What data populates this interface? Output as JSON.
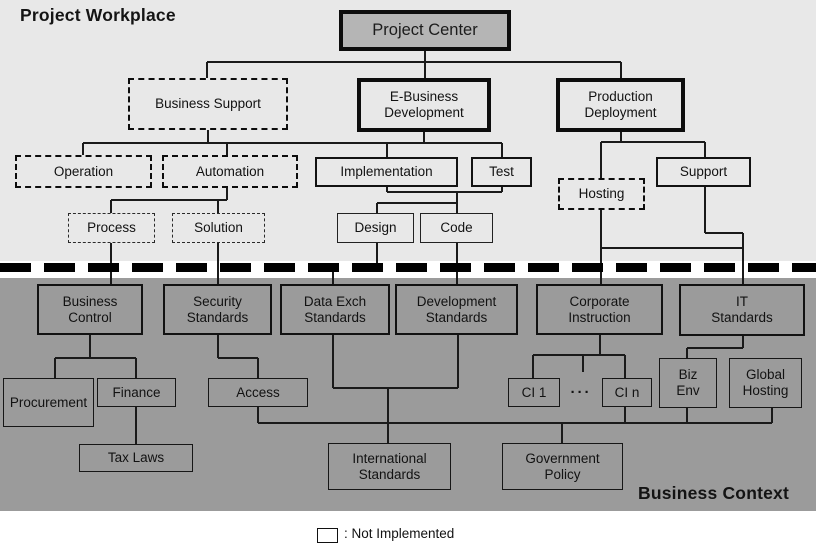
{
  "regions": {
    "workplace_label": "Project Workplace",
    "context_label": "Business Context"
  },
  "legend": {
    "text": ": Not Implemented"
  },
  "colors": {
    "workplace_bg": "#e8e8e8",
    "context_bg": "#9b9b9b",
    "project_center_fill": "#b5b5b5",
    "line": "#1a1a1a",
    "divider": "#000000"
  },
  "nodes": {
    "project_center": {
      "label": "Project Center",
      "style": "solid-thick"
    },
    "business_support": {
      "label": "Business Support",
      "style": "dashed"
    },
    "ebusiness_development": {
      "label": "E-Business\nDevelopment",
      "style": "solid-thick"
    },
    "production_deployment": {
      "label": "Production\nDeployment",
      "style": "solid-thick"
    },
    "operation": {
      "label": "Operation",
      "style": "dashed"
    },
    "automation": {
      "label": "Automation",
      "style": "dashed"
    },
    "implementation": {
      "label": "Implementation",
      "style": "solid"
    },
    "test": {
      "label": "Test",
      "style": "solid"
    },
    "process": {
      "label": "Process",
      "style": "fine-dashed"
    },
    "solution": {
      "label": "Solution",
      "style": "fine-dashed"
    },
    "design": {
      "label": "Design",
      "style": "solid-thin"
    },
    "code": {
      "label": "Code",
      "style": "solid-thin"
    },
    "hosting": {
      "label": "Hosting",
      "style": "dashed"
    },
    "support": {
      "label": "Support",
      "style": "solid"
    },
    "business_control": {
      "label": "Business\nControl",
      "style": "solid"
    },
    "security_standards": {
      "label": "Security\nStandards",
      "style": "solid"
    },
    "data_exch_standards": {
      "label": "Data Exch\nStandards",
      "style": "solid"
    },
    "development_standards": {
      "label": "Development\nStandards",
      "style": "solid"
    },
    "corporate_instruction": {
      "label": "Corporate\nInstruction",
      "style": "solid"
    },
    "it_standards": {
      "label": "IT\nStandards",
      "style": "solid"
    },
    "procurement": {
      "label": "Procurement",
      "style": "solid"
    },
    "finance": {
      "label": "Finance",
      "style": "solid"
    },
    "access": {
      "label": "Access",
      "style": "solid"
    },
    "ci_1": {
      "label": "CI 1",
      "style": "solid"
    },
    "dots": {
      "label": "···",
      "style": "none"
    },
    "ci_n": {
      "label": "CI n",
      "style": "solid"
    },
    "biz_env": {
      "label": "Biz\nEnv",
      "style": "solid"
    },
    "global_hosting": {
      "label": "Global\nHosting",
      "style": "solid"
    },
    "tax_laws": {
      "label": "Tax Laws",
      "style": "solid"
    },
    "international_standards": {
      "label": "International\nStandards",
      "style": "solid"
    },
    "government_policy": {
      "label": "Government\nPolicy",
      "style": "solid"
    }
  },
  "connections": [
    [
      "project_center",
      "business_support"
    ],
    [
      "project_center",
      "ebusiness_development"
    ],
    [
      "project_center",
      "production_deployment"
    ],
    [
      "business_support",
      "operation"
    ],
    [
      "business_support",
      "automation"
    ],
    [
      "automation",
      "process"
    ],
    [
      "automation",
      "solution"
    ],
    [
      "ebusiness_development",
      "implementation"
    ],
    [
      "ebusiness_development",
      "test"
    ],
    [
      "implementation",
      "design"
    ],
    [
      "implementation",
      "code"
    ],
    [
      "production_deployment",
      "hosting"
    ],
    [
      "production_deployment",
      "support"
    ],
    [
      "process",
      "business_control"
    ],
    [
      "solution",
      "security_standards"
    ],
    [
      "design",
      "data_exch_standards"
    ],
    [
      "code",
      "development_standards"
    ],
    [
      "hosting",
      "corporate_instruction"
    ],
    [
      "support",
      "it_standards"
    ],
    [
      "business_control",
      "procurement"
    ],
    [
      "business_control",
      "finance"
    ],
    [
      "finance",
      "tax_laws"
    ],
    [
      "security_standards",
      "access"
    ],
    [
      "data_exch_standards",
      "international_standards"
    ],
    [
      "development_standards",
      "international_standards"
    ],
    [
      "corporate_instruction",
      "ci_1"
    ],
    [
      "corporate_instruction",
      "ci_n"
    ],
    [
      "it_standards",
      "biz_env"
    ]
  ],
  "bottom_rail_members": [
    "access",
    "ci_n",
    "government_policy",
    "biz_env",
    "global_hosting",
    "international_standards"
  ]
}
